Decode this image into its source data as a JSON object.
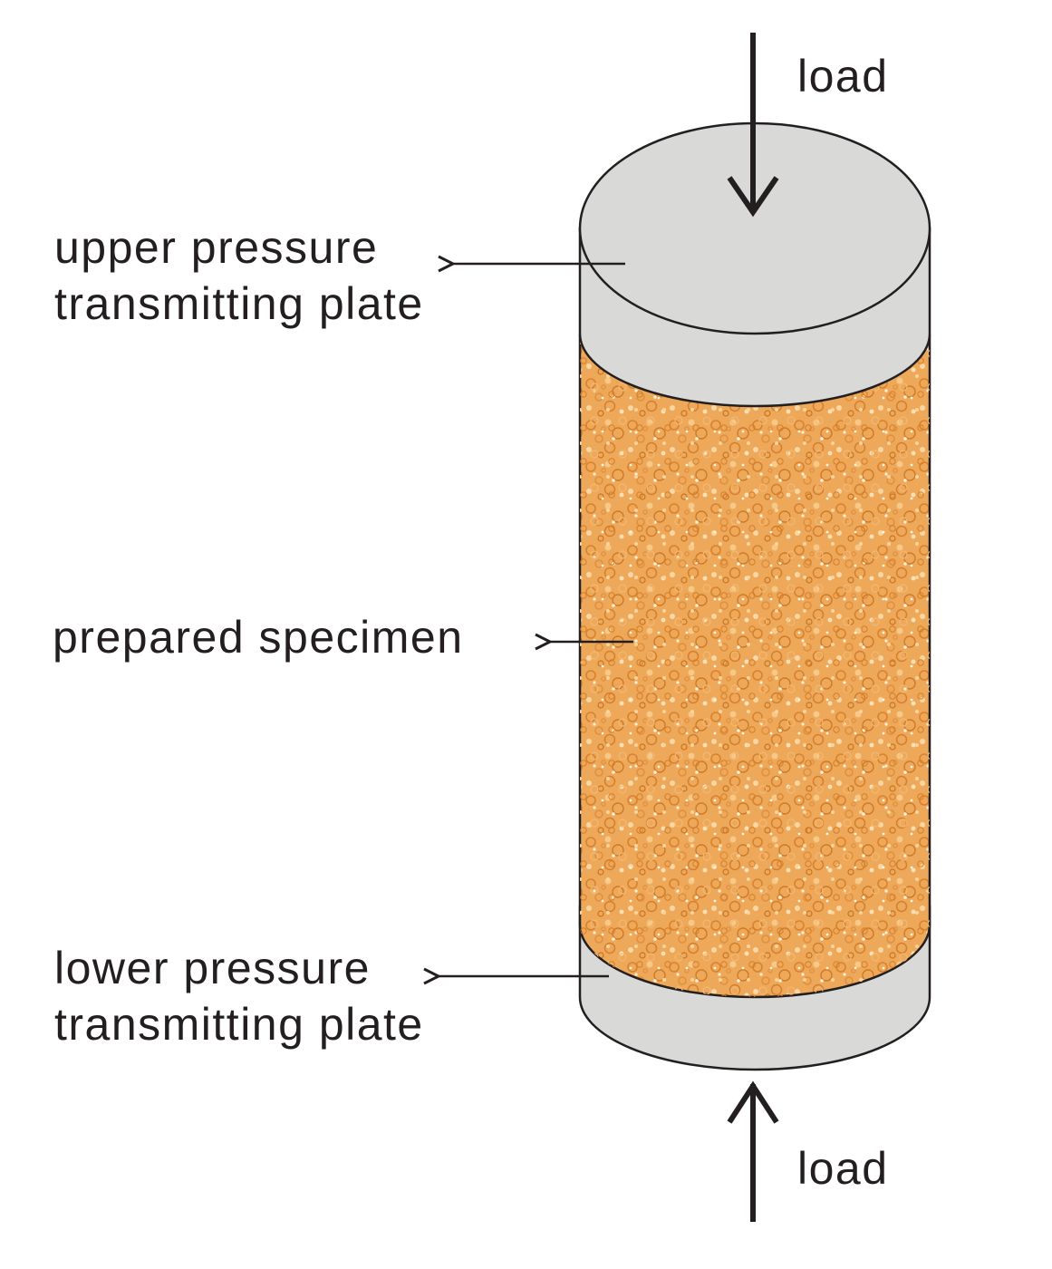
{
  "labels": {
    "load_top": "load",
    "load_bottom": "load",
    "upper_plate_line1": "upper pressure",
    "upper_plate_line2": "transmitting plate",
    "specimen": "prepared specimen",
    "lower_plate_line1": "lower pressure",
    "lower_plate_line2": "transmitting plate"
  },
  "colors": {
    "plate": "#d9d9d8",
    "specimen": "#eea85a",
    "outline": "#231f20",
    "text": "#231f20"
  }
}
